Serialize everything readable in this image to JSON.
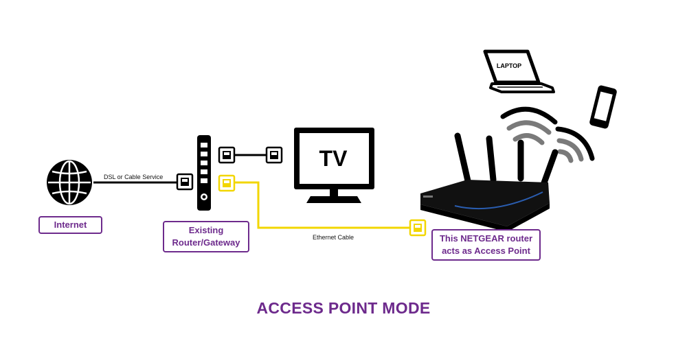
{
  "diagram": {
    "title": "ACCESS POINT MODE",
    "nodes": {
      "internet": {
        "label": "Internet",
        "icon": "globe-icon"
      },
      "router_gateway": {
        "label_line1": "Existing",
        "label_line2": "Router/Gateway",
        "icon": "modem-router-icon"
      },
      "tv": {
        "label": "TV",
        "icon": "tv-icon"
      },
      "laptop": {
        "label": "LAPTOP",
        "icon": "laptop-icon"
      },
      "phone": {
        "icon": "smartphone-icon"
      },
      "netgear": {
        "label_line1": "This NETGEAR router",
        "label_line2": "acts as Access Point",
        "icon": "wifi-router-icon"
      }
    },
    "edges": {
      "dsl": {
        "label": "DSL or Cable Service",
        "color": "#000000"
      },
      "ethernet": {
        "label": "Ethernet Cable",
        "color": "#f2d600"
      },
      "tv_link": {
        "color": "#000000"
      }
    },
    "colors": {
      "accent": "#6d2a8c",
      "ethernet_port": "#f2d600",
      "wifi_waves": "#7a7a7a"
    }
  }
}
